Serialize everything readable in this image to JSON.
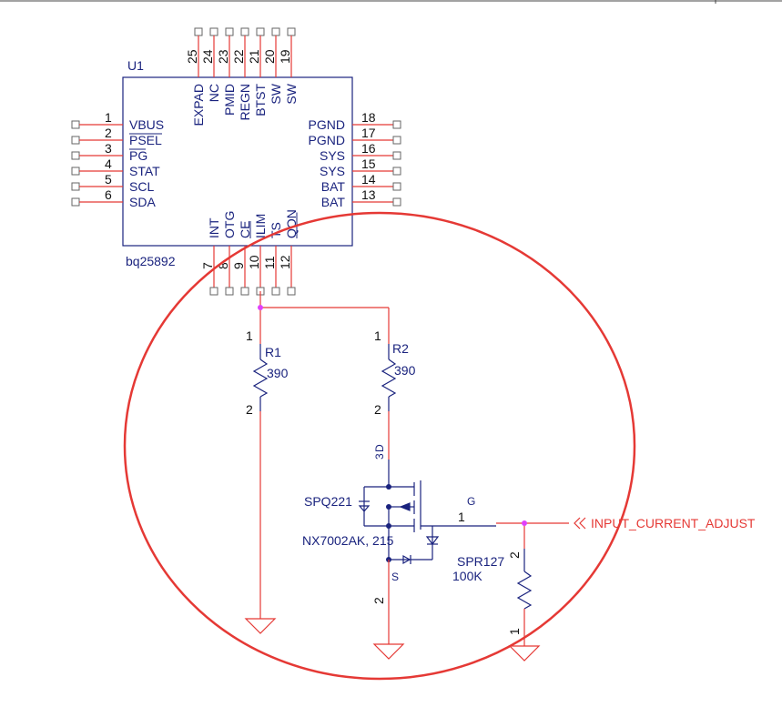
{
  "colors": {
    "wire": "#e53935",
    "body": "#1a237e",
    "pin_box": "#666666",
    "junction": "#e040fb",
    "highlight_circle": "#e53935"
  },
  "u1": {
    "ref": "U1",
    "part": "bq25892",
    "left_pins": [
      {
        "num": "1",
        "name": "VBUS"
      },
      {
        "num": "2",
        "name": "PSEL"
      },
      {
        "num": "3",
        "name": "PG"
      },
      {
        "num": "4",
        "name": "STAT"
      },
      {
        "num": "5",
        "name": "SCL"
      },
      {
        "num": "6",
        "name": "SDA"
      }
    ],
    "right_pins": [
      {
        "num": "18",
        "name": "PGND"
      },
      {
        "num": "17",
        "name": "PGND"
      },
      {
        "num": "16",
        "name": "SYS"
      },
      {
        "num": "15",
        "name": "SYS"
      },
      {
        "num": "14",
        "name": "BAT"
      },
      {
        "num": "13",
        "name": "BAT"
      }
    ],
    "top_pins": [
      {
        "num": "25",
        "name": "EXPAD"
      },
      {
        "num": "24",
        "name": "NC"
      },
      {
        "num": "23",
        "name": "PMID"
      },
      {
        "num": "22",
        "name": "REGN"
      },
      {
        "num": "21",
        "name": "BTST"
      },
      {
        "num": "20",
        "name": "SW"
      },
      {
        "num": "19",
        "name": "SW"
      }
    ],
    "bottom_pins": [
      {
        "num": "7",
        "name": "INT"
      },
      {
        "num": "8",
        "name": "OTG"
      },
      {
        "num": "9",
        "name": "CE"
      },
      {
        "num": "10",
        "name": "ILIM"
      },
      {
        "num": "11",
        "name": "TS"
      },
      {
        "num": "12",
        "name": "QON"
      }
    ]
  },
  "r1": {
    "ref": "R1",
    "value": "390",
    "pin1": "1",
    "pin2": "2"
  },
  "r2": {
    "ref": "R2",
    "value": "390",
    "pin1": "1",
    "pin2": "2"
  },
  "q": {
    "ref": "SPQ221",
    "part": "NX7002AK, 215",
    "drain": "D",
    "drain_pin": "3",
    "gate": "G",
    "gate_pin": "1",
    "source": "S",
    "source_pin": "2"
  },
  "r3": {
    "ref": "SPR127",
    "value": "100K",
    "pin_top": "2",
    "pin_bottom": "1"
  },
  "net_label": "INPUT_CURRENT_ADJUST"
}
